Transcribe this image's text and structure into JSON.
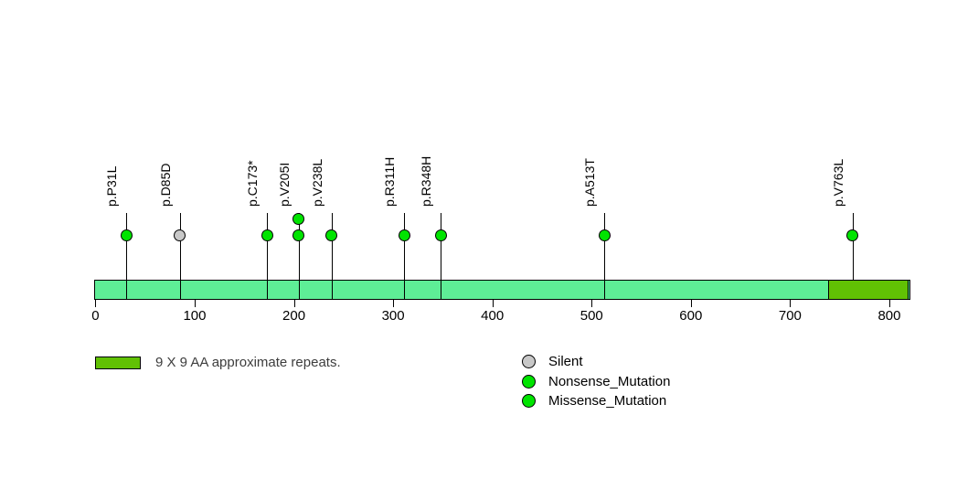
{
  "chart_data": {
    "type": "lollipop",
    "title": "",
    "xlabel": "",
    "ylabel": "",
    "axis": {
      "min": 0,
      "max": 820,
      "ticks": [
        0,
        100,
        200,
        300,
        400,
        500,
        600,
        700,
        800
      ]
    },
    "protein": {
      "length": 820,
      "backbone_color": "#5eee96",
      "domains": [
        {
          "name": "9 X 9 AA approximate repeats.",
          "start": 738,
          "end": 819,
          "color": "#61c104"
        }
      ]
    },
    "mutations": [
      {
        "label": "p.P31L",
        "position": 31,
        "type": "Missense_Mutation",
        "count": 1,
        "color": "#00e400"
      },
      {
        "label": "p.D85D",
        "position": 85,
        "type": "Silent",
        "count": 1,
        "color": "#c8c8c8"
      },
      {
        "label": "p.C173*",
        "position": 173,
        "type": "Nonsense_Mutation",
        "count": 1,
        "color": "#00e400"
      },
      {
        "label": "p.V205I",
        "position": 205,
        "type": "Missense_Mutation",
        "count": 2,
        "color": "#00e400"
      },
      {
        "label": "p.V238L",
        "position": 238,
        "type": "Missense_Mutation",
        "count": 1,
        "color": "#00e400"
      },
      {
        "label": "p.R311H",
        "position": 311,
        "type": "Missense_Mutation",
        "count": 1,
        "color": "#00e400"
      },
      {
        "label": "p.R348H",
        "position": 348,
        "type": "Missense_Mutation",
        "count": 1,
        "color": "#00e400"
      },
      {
        "label": "p.A513T",
        "position": 513,
        "type": "Missense_Mutation",
        "count": 1,
        "color": "#00e400"
      },
      {
        "label": "p.V763L",
        "position": 763,
        "type": "Missense_Mutation",
        "count": 1,
        "color": "#00e400"
      }
    ]
  },
  "legend": {
    "domain_label": "9 X 9 AA approximate repeats.",
    "mutation_types": [
      {
        "label": "Silent",
        "color": "#c8c8c8"
      },
      {
        "label": "Nonsense_Mutation",
        "color": "#00e400"
      },
      {
        "label": "Missense_Mutation",
        "color": "#00e400"
      }
    ]
  }
}
